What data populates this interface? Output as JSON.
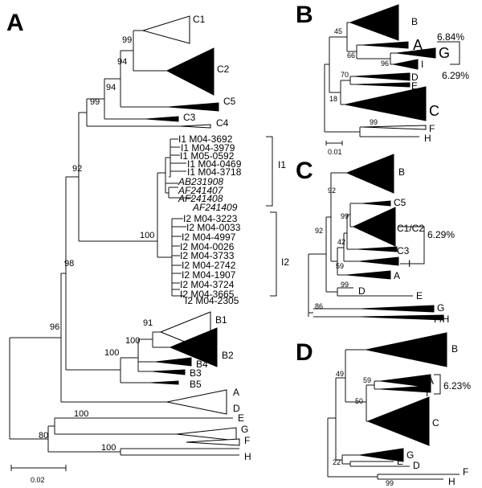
{
  "panelA": {
    "letter": "A",
    "clades": [
      "C1",
      "C2",
      "C5",
      "C3",
      "C4",
      "I1",
      "I2",
      "B1",
      "B2",
      "B4",
      "B3",
      "B5",
      "A",
      "D",
      "E",
      "G",
      "F",
      "H"
    ],
    "taxa": [
      "I1 M04-3692",
      "I1 M04-3979",
      "I1 M05-0592",
      "I1 M04-0469",
      "I1 M04-3718",
      "AB231908",
      "AF241407",
      "AF241408",
      "AF241409",
      "I2 M04-3223",
      "I2 M04-0033",
      "I2 M04-4997",
      "I2 M04-0026",
      "I2 M04-3733",
      "I2 M04-2742",
      "I2 M04-1907",
      "I2 M04-3724",
      "I2 M04-3665",
      "I2 M04-2305"
    ],
    "bootstrap": [
      "99",
      "94",
      "94",
      "99",
      "92",
      "100",
      "98",
      "91",
      "100",
      "100",
      "96",
      "100",
      "80",
      "100"
    ],
    "scale": "0.02"
  },
  "panelB": {
    "letter": "B",
    "clades": [
      "B",
      "A",
      "G",
      "I",
      "D",
      "E",
      "C",
      "F",
      "H"
    ],
    "bootstrap": [
      "45",
      "66",
      "96",
      "70",
      "18",
      "99"
    ],
    "pct1": "6.84%",
    "pct2": "6.29%",
    "scale": "0.01"
  },
  "panelC": {
    "letter": "C",
    "clades": [
      "B",
      "C5",
      "C1/C2",
      "C3",
      "I",
      "A",
      "D",
      "E",
      "G",
      "F/H"
    ],
    "bootstrap": [
      "92",
      "99",
      "92",
      "42",
      "59",
      "99",
      "86"
    ],
    "pct": "6.29%"
  },
  "panelD": {
    "letter": "D",
    "clades": [
      "B",
      "A",
      "I",
      "C",
      "G",
      "E",
      "D",
      "F",
      "H"
    ],
    "bootstrap": [
      "49",
      "59",
      "50",
      "22",
      "99"
    ],
    "pct": "6.23%"
  }
}
